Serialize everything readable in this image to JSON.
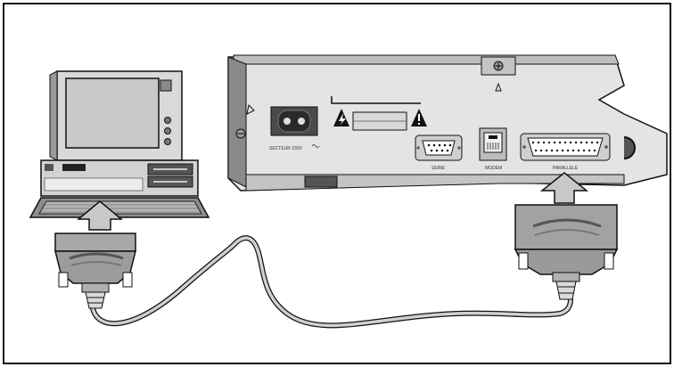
{
  "labels": {
    "power_socket": "SECTEUR 230V",
    "serial_port": "SERIE",
    "modem_port": "MODEM",
    "parallel_port": "PARALLELE"
  },
  "colors": {
    "outline": "#111111",
    "light_gray": "#d6d6d6",
    "mid_gray": "#a9a9a9",
    "dark_gray": "#6b6b6b",
    "cable": "#cfcfcf",
    "screen": "#c8c8c8"
  },
  "icons": [
    "warning-icon",
    "lightning-warning-icon",
    "arrow-up-icon"
  ]
}
